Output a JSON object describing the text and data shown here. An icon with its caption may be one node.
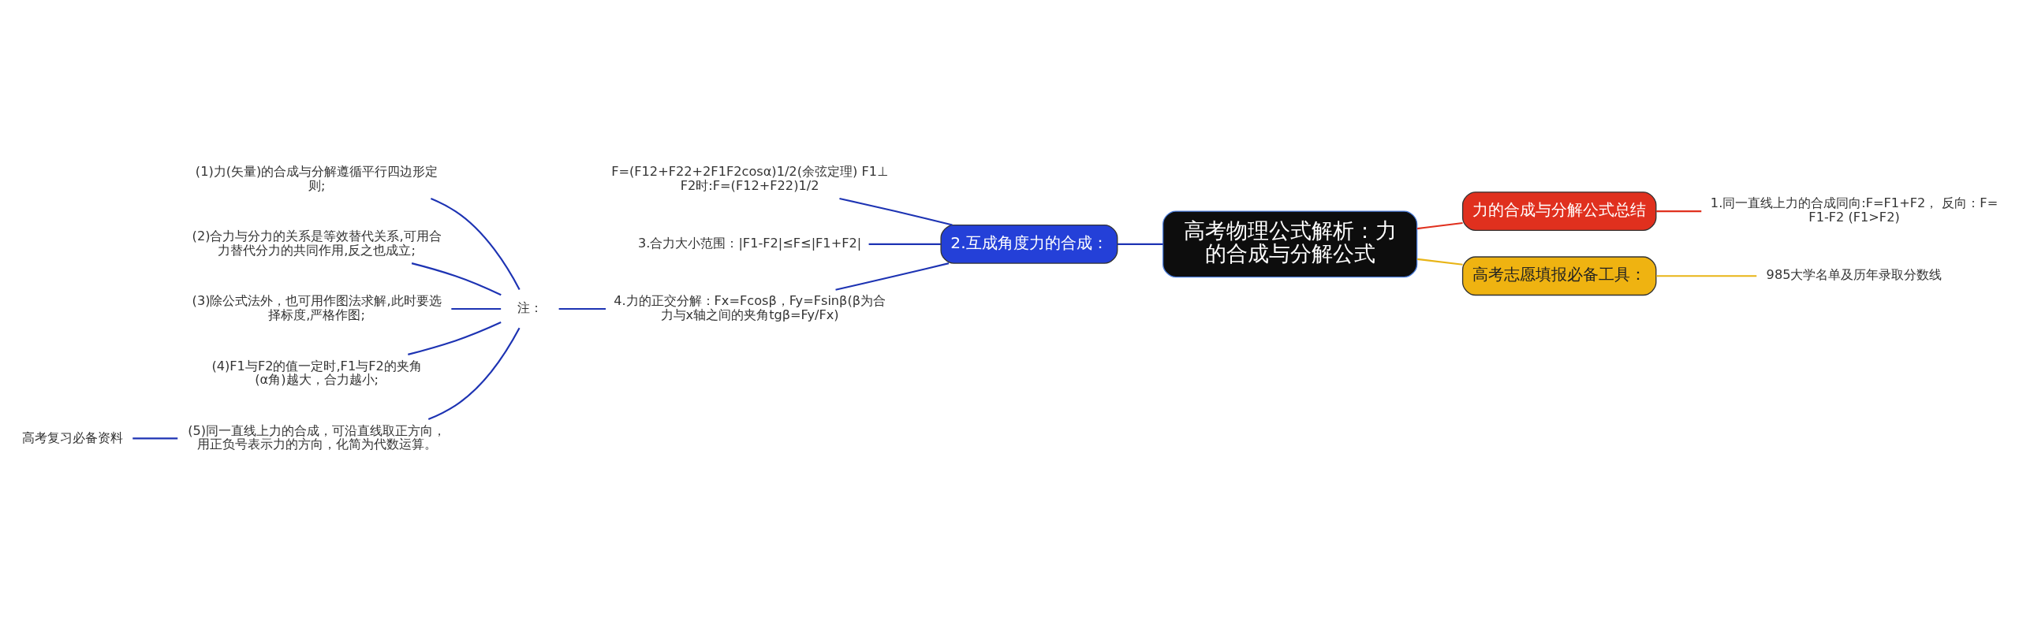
{
  "diagram": {
    "nodes": [
      {
        "text": [
          "高考物理公式解析：力的合成与分解公式"
        ]
      },
      {
        "text": [
          "力的合成与分解公式总结"
        ]
      },
      {
        "text": [
          "1.同一直线上力的合成同向:F=F1+F2， 反向：F=F1-F2 (F1>F2)"
        ]
      },
      {
        "text": [
          "高考志愿填报必备工具："
        ]
      },
      {
        "text": [
          "985大学名单及历年录取分数线"
        ]
      },
      {
        "text": [
          "2.互成角度力的合成："
        ]
      },
      {
        "text": [
          "F=(F12+F22+2F1F2cosα)1/2(余弦定理) F1⊥F2时:F=(F12+F22)1/2"
        ]
      },
      {
        "text": [
          "3.合力大小范围：|F1-F2|≤F≤|F1+F2|"
        ]
      },
      {
        "text": [
          "4.力的正交分解：Fx=Fcosβ，Fy=Fsinβ(β为合力与x轴之间的夹角tgβ=Fy/Fx)"
        ]
      },
      {
        "text": [
          "注："
        ]
      },
      {
        "text": [
          "(1)力(矢量)的合成与分解遵循平行四边形定则;"
        ]
      },
      {
        "text": [
          "(2)合力与分力的关系是等效替代关系,可用合力替代分力的共同作用,反之也成立;"
        ]
      },
      {
        "text": [
          "(3)除公式法外，也可用作图法求解,此时要选择标度,严格作图;"
        ]
      },
      {
        "text": [
          "(4)F1与F2的值一定时,F1与F2的夹角(α角)越大，合力越小;"
        ]
      },
      {
        "text": [
          "(5)同一直线上力的合成，可沿直线取正方向，用正负号表示力的方向，化简为代数运算。"
        ]
      },
      {
        "text": [
          "高考复习必备资料"
        ]
      }
    ],
    "edges": [
      {
        "from": 0,
        "to": 1,
        "arrow": "none",
        "color": "#e0301e"
      },
      {
        "from": 1,
        "to": 2,
        "arrow": "none",
        "color": "#e0301e"
      },
      {
        "from": 0,
        "to": 3,
        "arrow": "none",
        "color": "#e8b416"
      },
      {
        "from": 3,
        "to": 4,
        "arrow": "none",
        "color": "#e8b416"
      },
      {
        "from": 0,
        "to": 5,
        "arrow": "none"
      },
      {
        "from": 5,
        "to": 6,
        "arrow": "none"
      },
      {
        "from": 5,
        "to": 7,
        "arrow": "none"
      },
      {
        "from": 5,
        "to": 8,
        "arrow": "none"
      },
      {
        "from": 8,
        "to": 9,
        "arrow": "none"
      },
      {
        "from": 9,
        "to": 10,
        "arrow": "none"
      },
      {
        "from": 9,
        "to": 11,
        "arrow": "none"
      },
      {
        "from": 9,
        "to": 12,
        "arrow": "none"
      },
      {
        "from": 9,
        "to": 13,
        "arrow": "none"
      },
      {
        "from": 9,
        "to": 14,
        "arrow": "none"
      },
      {
        "from": 14,
        "to": 15,
        "arrow": "none"
      }
    ]
  }
}
